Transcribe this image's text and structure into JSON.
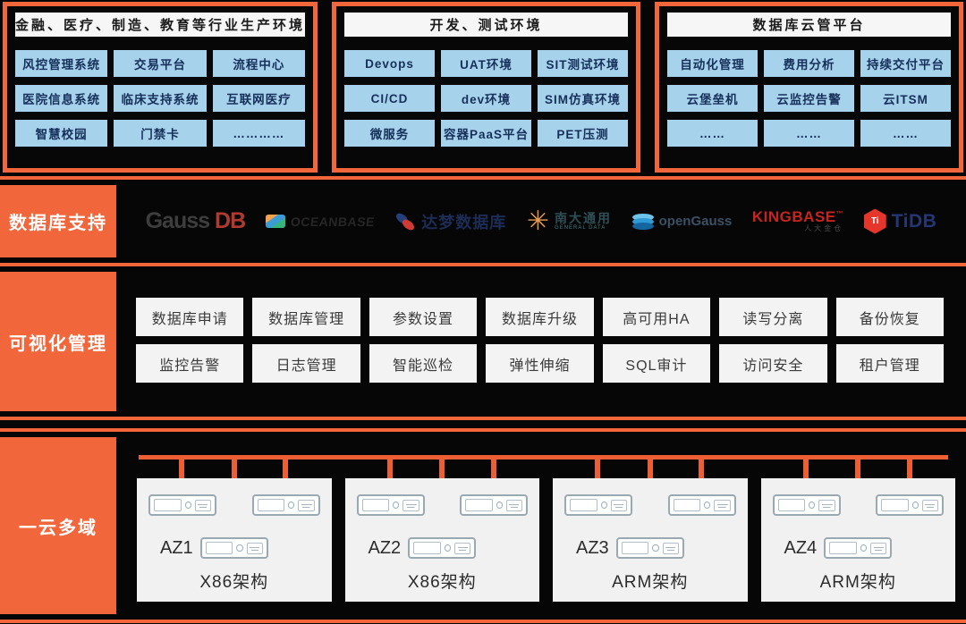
{
  "accent_color": "#f2663c",
  "line_color": "#ec5f35",
  "chip_color": "#a7d2ec",
  "top_boxes": [
    {
      "title": "金融、医疗、制造、教育等行业生产环境",
      "items": [
        "风控管理系统",
        "交易平台",
        "流程中心",
        "医院信息系统",
        "临床支持系统",
        "互联网医疗",
        "智慧校园",
        "门禁卡",
        "…………"
      ]
    },
    {
      "title": "开发、测试环境",
      "items": [
        "Devops",
        "UAT环境",
        "SIT测试环境",
        "CI/CD",
        "dev环境",
        "SIM仿真环境",
        "微服务",
        "容器PaaS平台",
        "PET压测"
      ]
    },
    {
      "title": "数据库云管平台",
      "items": [
        "自动化管理",
        "费用分析",
        "持续交付平台",
        "云堡垒机",
        "云监控告警",
        "云ITSM",
        "……",
        "……",
        "……"
      ]
    }
  ],
  "db_support": {
    "label": "数据库支持",
    "logos": [
      {
        "name": "gaussdb",
        "text1": "Gauss",
        "text2": "DB"
      },
      {
        "name": "oceanbase",
        "text": "OCEANBASE"
      },
      {
        "name": "dameng",
        "text": "达梦数据库"
      },
      {
        "name": "gbase",
        "text": "南大通用",
        "subtext": "GENERAL DATA"
      },
      {
        "name": "opengauss",
        "text": "openGauss"
      },
      {
        "name": "kingbase",
        "text": "KINGBASE",
        "tm": "™",
        "subtext": "人大金仓"
      },
      {
        "name": "tidb",
        "icon_text": "Ti",
        "text": "TiDB"
      }
    ]
  },
  "visual_mgmt": {
    "label": "可视化管理",
    "items": [
      "数据库申请",
      "数据库管理",
      "参数设置",
      "数据库升级",
      "高可用HA",
      "读写分离",
      "备份恢复",
      "监控告警",
      "日志管理",
      "智能巡检",
      "弹性伸缩",
      "SQL审计",
      "访问安全",
      "租户管理"
    ]
  },
  "multi_domain": {
    "label": "一云多域",
    "zones": [
      {
        "az": "AZ1",
        "arch": "X86架构"
      },
      {
        "az": "AZ2",
        "arch": "X86架构"
      },
      {
        "az": "AZ3",
        "arch": "ARM架构"
      },
      {
        "az": "AZ4",
        "arch": "ARM架构"
      }
    ]
  }
}
